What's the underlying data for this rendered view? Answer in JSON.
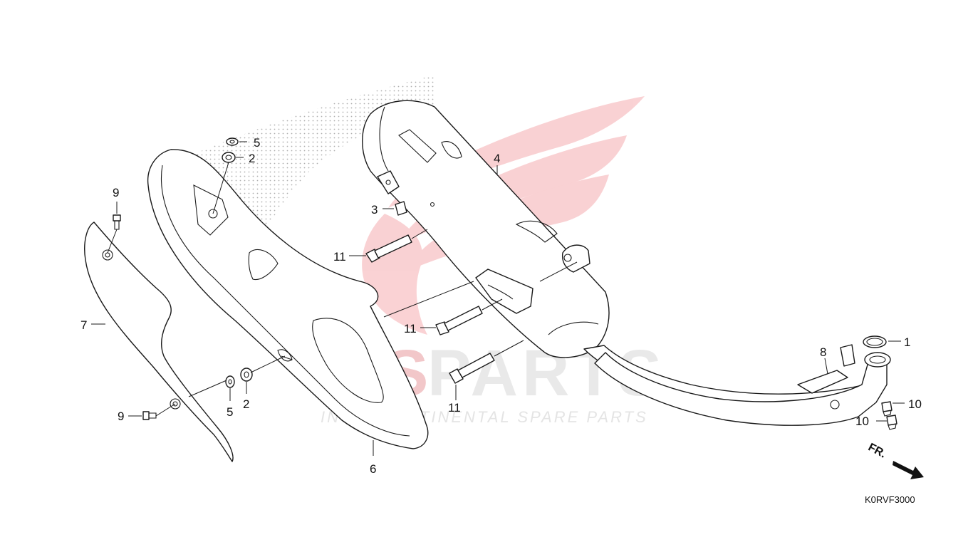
{
  "watermark": {
    "brand_left": "ICS",
    "brand_right": "PARTS",
    "tagline": "INTERCONTINENTAL SPARE PARTS",
    "brand_color": "#e8313a"
  },
  "diagram_code": "K0RVF3000",
  "direction_label": "FR.",
  "callouts": {
    "c1": "1",
    "c2_top": "2",
    "c2_bottom": "2",
    "c3": "3",
    "c4": "4",
    "c5_top": "5",
    "c5_bottom": "5",
    "c6": "6",
    "c7": "7",
    "c8": "8",
    "c9_top": "9",
    "c9_bottom": "9",
    "c10_right": "10",
    "c10_lower": "10",
    "c11_upper": "11",
    "c11_middle": "11",
    "c11_lower": "11"
  }
}
